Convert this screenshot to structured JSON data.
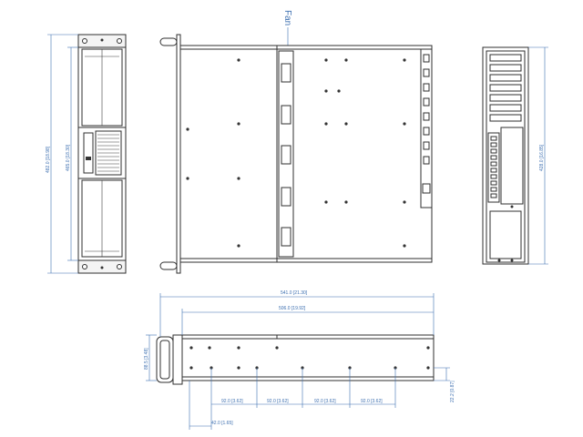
{
  "labels": {
    "fan": "Fan"
  },
  "dimensions": {
    "front_height": "482.0 [18.98]",
    "front_inner_height": "465.0 [18.30]",
    "side_height": "428.0 [16.85]",
    "top_overall_length": "541.0 [21.30]",
    "top_body_length": "506.0 [19.92]",
    "side_depth": "88.5 [3.48]",
    "hole_spacing_1": "92.0 [3.62]",
    "hole_spacing_2": "92.0 [3.62]",
    "hole_spacing_3": "92.0 [3.62]",
    "hole_spacing_4": "92.0 [3.62]",
    "first_hole_offset": "42.0 [1.65]",
    "edge_offset": "22.2 [0.87]"
  },
  "colors": {
    "outline": "#2f2f2f",
    "dimension": "#3d6fb0",
    "panel_fill": "#f4f4f4"
  }
}
